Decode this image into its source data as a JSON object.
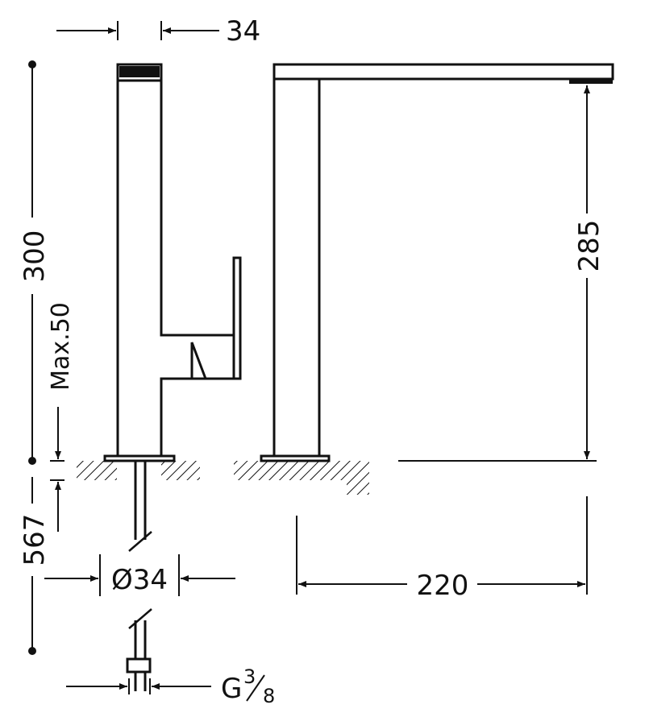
{
  "dimensions": {
    "body_width": "34",
    "total_height": "300",
    "spout_height": "285",
    "max_thickness": "Max.50",
    "hose_length": "567",
    "hole_diameter": "Ø34",
    "spout_reach": "220",
    "connection_prefix": "G",
    "connection_num": "3",
    "connection_den": "8"
  },
  "colors": {
    "line": "#111111",
    "background": "#ffffff"
  }
}
